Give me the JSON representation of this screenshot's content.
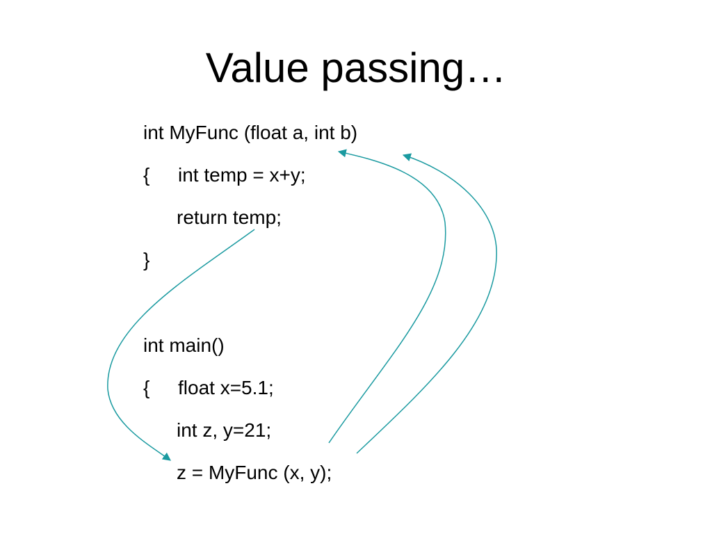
{
  "slide": {
    "title": "Value passing…",
    "arrow_color": "#1a9aa0",
    "code": {
      "func_signature": "int MyFunc (float a, int b)",
      "func_open_brace": "{",
      "func_line1": "int temp = x+y;",
      "func_line2": "return temp;",
      "func_close_brace": "}",
      "main_signature": "int main()",
      "main_open_brace": "{",
      "main_line1": "float x=5.1;",
      "main_line2": "int z, y=21;",
      "main_line3": "z = MyFunc (x, y);"
    }
  }
}
